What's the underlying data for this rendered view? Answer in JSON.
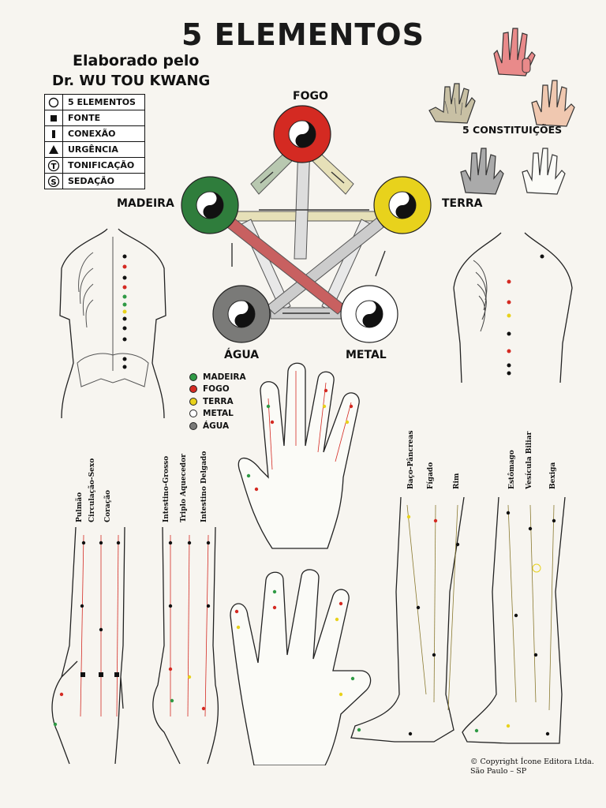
{
  "title": "5 ELEMENTOS",
  "author": {
    "line1": "Elaborado pelo",
    "line2": "Dr. WU TOU KWANG"
  },
  "symbol_legend": [
    {
      "icon": "circle-icon",
      "label": "5 ELEMENTOS"
    },
    {
      "icon": "square-icon",
      "label": "FONTE"
    },
    {
      "icon": "rectangle-icon",
      "label": "CONEXÃO"
    },
    {
      "icon": "triangle-icon",
      "label": "URGÊNCIA"
    },
    {
      "icon": "circled-t-icon",
      "label": "TONIFICAÇÃO"
    },
    {
      "icon": "circled-s-icon",
      "label": "SEDAÇÃO"
    }
  ],
  "constitutions_label": "5 CONSTITUIÇÕES",
  "elements": {
    "fire": {
      "name": "FOGO",
      "color": "#d42a22"
    },
    "earth": {
      "name": "TERRA",
      "color": "#e8d21c"
    },
    "metal": {
      "name": "METAL",
      "color": "#ffffff"
    },
    "water": {
      "name": "ÁGUA",
      "color": "#7a7a78"
    },
    "wood": {
      "name": "MADEIRA",
      "color": "#2f7d3c"
    }
  },
  "color_legend": [
    {
      "label": "MADEIRA",
      "color": "#2f9a45"
    },
    {
      "label": "FOGO",
      "color": "#d42a22"
    },
    {
      "label": "TERRA",
      "color": "#e8d21c"
    },
    {
      "label": "METAL",
      "color": "#ffffff"
    },
    {
      "label": "ÁGUA",
      "color": "#7a7a78"
    }
  ],
  "meridians": {
    "arm_inner": [
      "Pulmão",
      "Circulação-Sexo",
      "Coração"
    ],
    "arm_outer": [
      "Intestino-Grosso",
      "Triplo Aquecedor",
      "Intestino Delgado"
    ],
    "leg_inner": [
      "Baço-Pâncreas",
      "Fígado",
      "Rim"
    ],
    "leg_outer": [
      "Estômago",
      "Vesícula Biliar",
      "Bexiga"
    ]
  },
  "copyright": {
    "line1": "© Copyright Ícone Editora Ltda.",
    "line2": "São Paulo – SP"
  }
}
